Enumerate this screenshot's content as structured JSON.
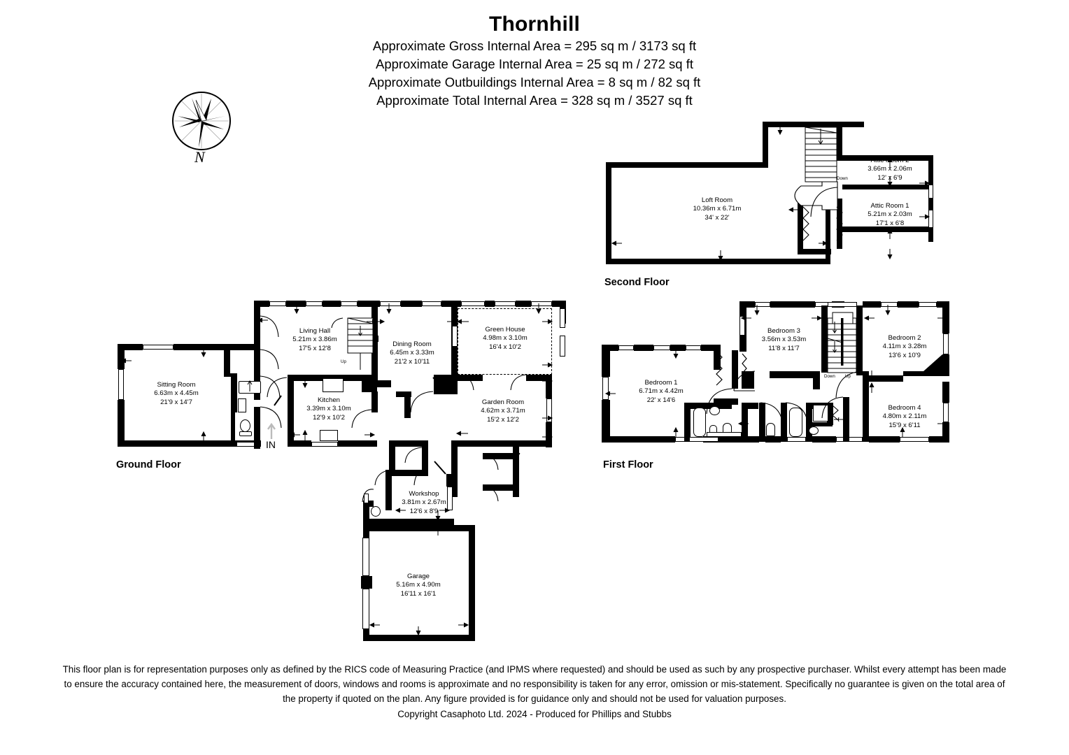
{
  "header": {
    "title": "Thornhill",
    "areas": [
      "Approximate Gross Internal Area = 295 sq m / 3173 sq ft",
      "Approximate Garage Internal Area = 25 sq m / 272 sq ft",
      "Approximate Outbuildings Internal Area = 8 sq m / 82 sq ft",
      "Approximate Total Internal Area = 328 sq m / 3527 sq ft"
    ]
  },
  "compass": {
    "north_label": "N"
  },
  "floors": {
    "ground": {
      "label": "Ground Floor",
      "entrance_label": "IN",
      "stair_label": "Up",
      "rooms": [
        {
          "name": "Sitting Room",
          "metric": "6.63m x 4.45m",
          "imperial": "21'9 x 14'7"
        },
        {
          "name": "Living Hall",
          "metric": "5.21m x 3.86m",
          "imperial": "17'5 x 12'8"
        },
        {
          "name": "Kitchen",
          "metric": "3.39m x 3.10m",
          "imperial": "12'9 x 10'2"
        },
        {
          "name": "Dining Room",
          "metric": "6.45m x 3.33m",
          "imperial": "21'2 x 10'11"
        },
        {
          "name": "Green House",
          "metric": "4.98m x 3.10m",
          "imperial": "16'4 x 10'2"
        },
        {
          "name": "Garden Room",
          "metric": "4.62m x 3.71m",
          "imperial": "15'2 x 12'2"
        },
        {
          "name": "Workshop",
          "metric": "3.81m x 2.67m",
          "imperial": "12'6 x 8'9"
        },
        {
          "name": "Garage",
          "metric": "5.16m x 4.90m",
          "imperial": "16'11 x 16'1"
        }
      ]
    },
    "first": {
      "label": "First Floor",
      "stair_down_label": "Down",
      "stair_up_label": "Up",
      "rooms": [
        {
          "name": "Bedroom 1",
          "metric": "6.71m x 4.42m",
          "imperial": "22' x 14'6"
        },
        {
          "name": "Bedroom 3",
          "metric": "3.56m x 3.53m",
          "imperial": "11'8 x 11'7"
        },
        {
          "name": "Bedroom 2",
          "metric": "4.11m x 3.28m",
          "imperial": "13'6 x 10'9"
        },
        {
          "name": "Bedroom 4",
          "metric": "4.80m x 2.11m",
          "imperial": "15'9 x 6'11"
        }
      ]
    },
    "second": {
      "label": "Second Floor",
      "stair_down_label": "Down",
      "rooms": [
        {
          "name": "Loft Room",
          "metric": "10.36m x 6.71m",
          "imperial": "34' x 22'"
        },
        {
          "name": "Attic Room 2",
          "metric": "3.66m x 2.06m",
          "imperial": "12' x 6'9"
        },
        {
          "name": "Attic Room 1",
          "metric": "5.21m x 2.03m",
          "imperial": "17'1 x 6'8"
        }
      ]
    }
  },
  "footer": {
    "disclaimer": "This floor plan is for representation purposes only as defined by the RICS code of Measuring Practice (and IPMS where requested) and should be used as such by any prospective purchaser. Whilst every attempt has been made to ensure the accuracy contained here, the measurement of doors, windows and rooms is approximate and no responsibility is taken for any error, omission or mis-statement. Specifically no guarantee is given on the total area of the property if quoted on the plan. Any figure provided is for guidance only and should not be used for valuation purposes.",
    "copyright": "Copyright Casaphoto Ltd. 2024 - Produced for Phillips and Stubbs"
  }
}
